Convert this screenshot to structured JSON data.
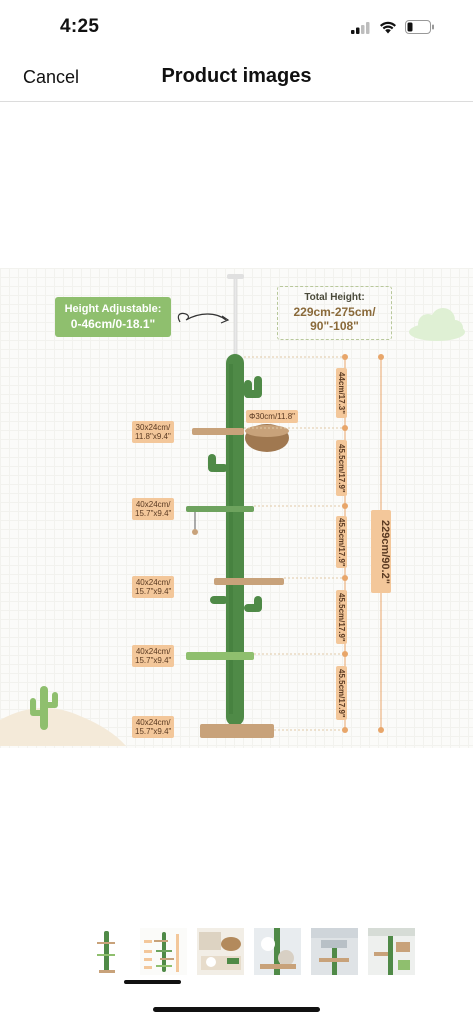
{
  "status": {
    "time": "4:25"
  },
  "nav": {
    "cancel_label": "Cancel",
    "title": "Product images"
  },
  "product": {
    "height_adjustable_label": "Height Adjustable:",
    "height_adjustable_value": "0-46cm/0-18.1\"",
    "total_height_label": "Total Height:",
    "total_height_value_line1": "229cm-275cm/",
    "total_height_value_line2": "90\"-108\"",
    "total_height_dim": "229cm/90.2\"",
    "basket_diameter": "Φ30cm/11.8\"",
    "platforms": [
      {
        "label": "30x24cm/\n11.8\"x9.4\""
      },
      {
        "label": "40x24cm/\n15.7\"x9.4\""
      },
      {
        "label": "40x24cm/\n15.7\"x9.4\""
      },
      {
        "label": "40x24cm/\n15.7\"x9.4\""
      },
      {
        "label": "40x24cm/\n15.7\"x9.4\""
      }
    ],
    "segments": [
      "44cm/17.3\"",
      "45.5cm/17.9\"",
      "45.5cm/17.9\"",
      "45.5cm/17.9\"",
      "45.5cm/17.9\""
    ]
  },
  "thumbnails": [
    {
      "name": "thumb-1"
    },
    {
      "name": "thumb-2"
    },
    {
      "name": "thumb-3"
    },
    {
      "name": "thumb-4"
    },
    {
      "name": "thumb-5"
    },
    {
      "name": "thumb-6"
    }
  ],
  "icons": {
    "signal": "signal-icon",
    "wifi": "wifi-icon",
    "battery": "battery-icon"
  },
  "colors": {
    "cactus_green": "#4f8a47",
    "tag_orange": "#f3c79a",
    "callout_green": "#8fbf6e"
  }
}
